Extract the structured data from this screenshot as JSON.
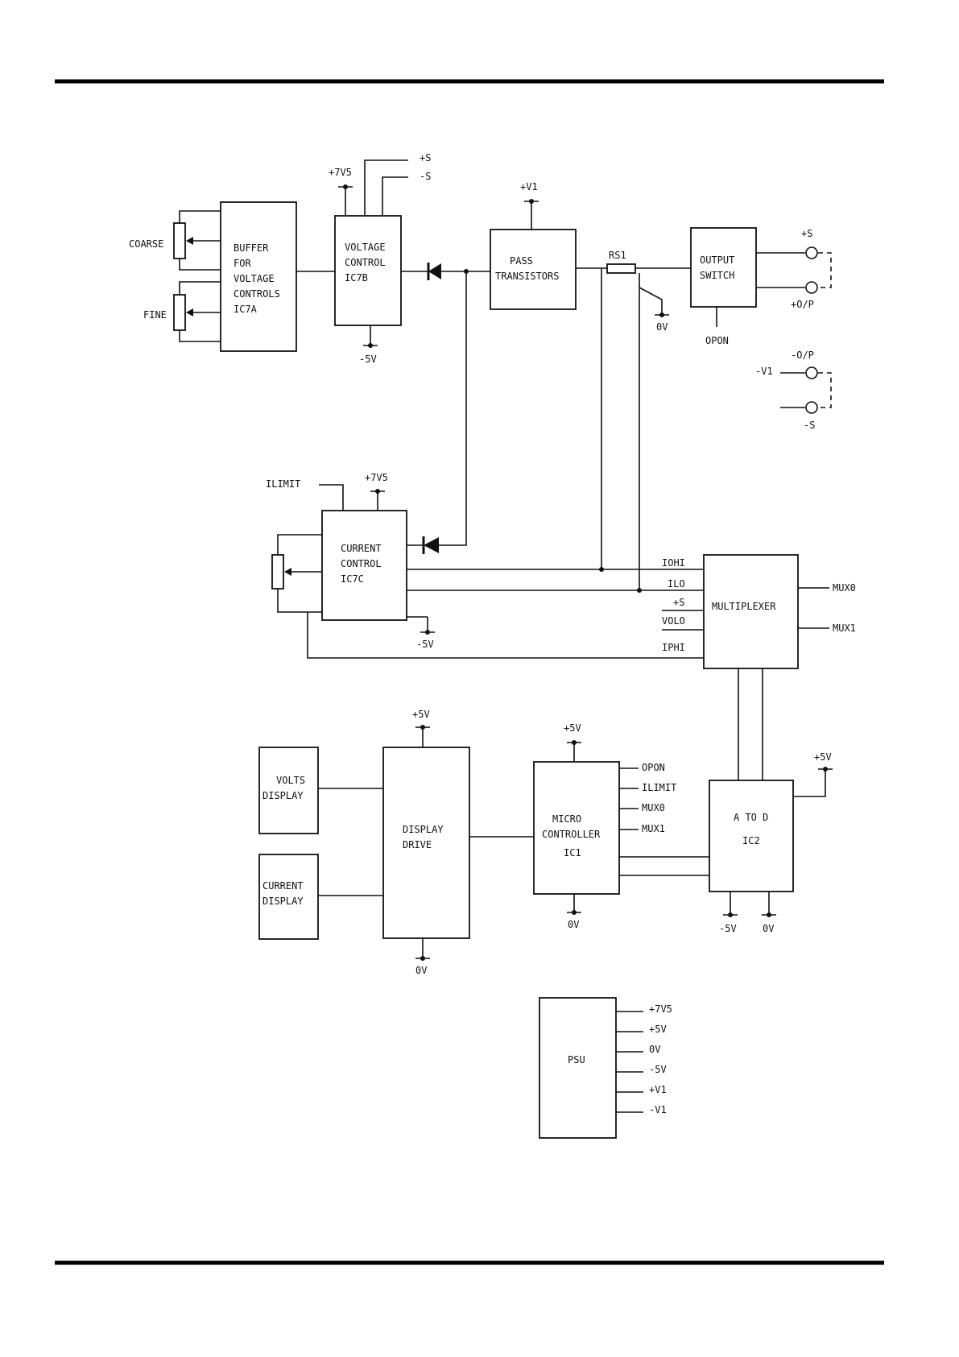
{
  "blocks": {
    "buffer": [
      "BUFFER",
      "FOR",
      "VOLTAGE",
      "CONTROLS",
      "IC7A"
    ],
    "voltage_control": [
      "VOLTAGE",
      "CONTROL",
      "IC7B"
    ],
    "pass_transistors": [
      "PASS",
      "TRANSISTORS"
    ],
    "output_switch": [
      "OUTPUT",
      "SWITCH"
    ],
    "current_control": [
      "CURRENT",
      "CONTROL",
      "IC7C"
    ],
    "multiplexer": [
      "MULTIPLEXER"
    ],
    "volts_display": [
      "VOLTS",
      "DISPLAY"
    ],
    "current_display": [
      "CURRENT",
      "DISPLAY"
    ],
    "display_drive": [
      "DISPLAY",
      "DRIVE"
    ],
    "micro_controller": [
      "MICRO",
      "CONTROLLER",
      "IC1"
    ],
    "a_to_d": [
      "A TO D",
      "IC2"
    ],
    "psu": [
      "PSU"
    ]
  },
  "labels": {
    "coarse": "COARSE",
    "fine": "FINE",
    "plus_7v5": "+7V5",
    "plus_s": "+S",
    "minus_s": "-S",
    "minus_5v": "-5V",
    "plus_v1": "+V1",
    "minus_v1": "-V1",
    "rs1": "RS1",
    "zero_v": "0V",
    "opon": "OPON",
    "plus_op": "+O/P",
    "minus_op": "-O/P",
    "ilimit": "ILIMIT",
    "plus_5v": "+5V"
  },
  "mux_inputs": [
    "IOHI",
    "ILO",
    "+S",
    "VOLO",
    "IPHI"
  ],
  "mux_outputs": [
    "MUX0",
    "MUX1"
  ],
  "mcu_signals": [
    "OPON",
    "ILIMIT",
    "MUX0",
    "MUX1"
  ],
  "psu_outputs": [
    "+7V5",
    "+5V",
    "0V",
    "-5V",
    "+V1",
    "-V1"
  ]
}
